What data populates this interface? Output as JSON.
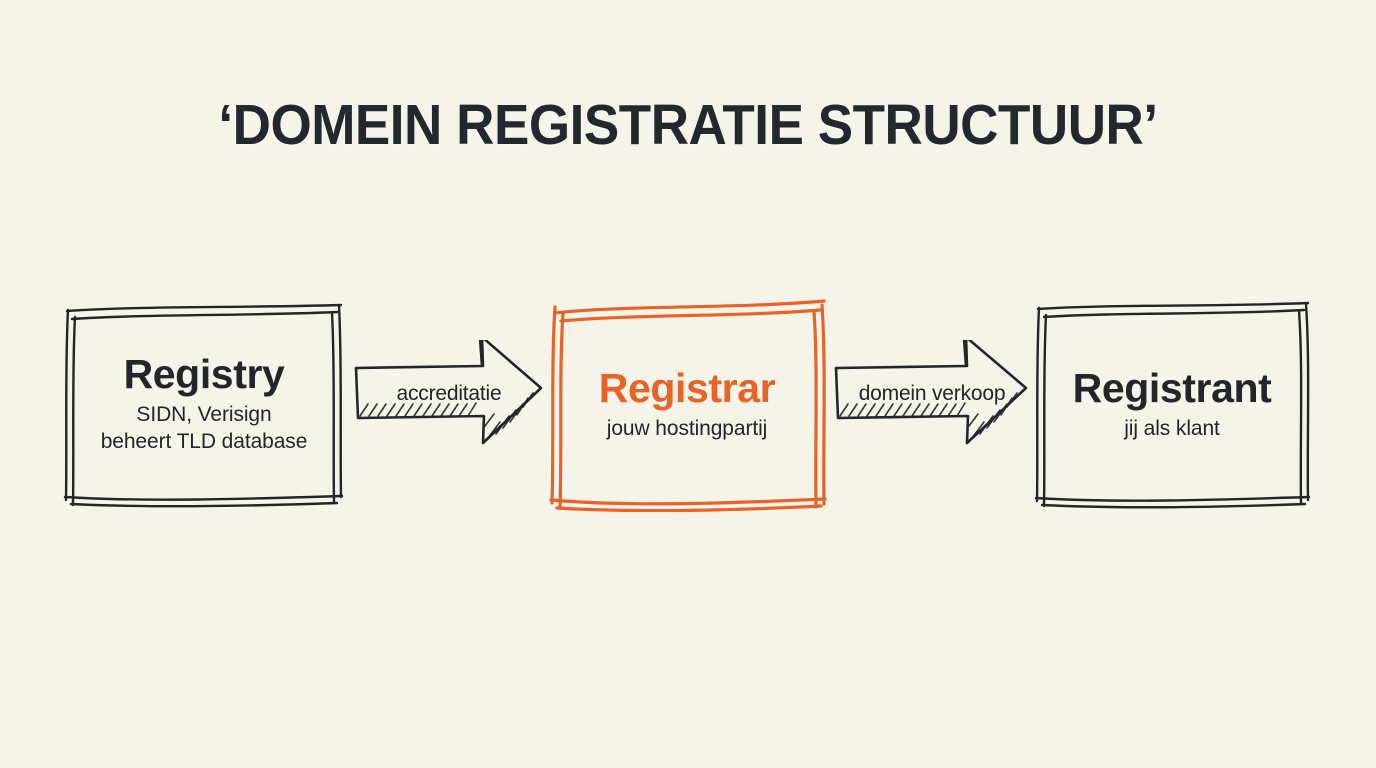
{
  "page": {
    "background_color": "#f4f4e9",
    "ink_color": "#22262b",
    "accent_color": "#e8622a"
  },
  "title": {
    "text": "‘DOMEIN REGISTRATIE STRUCTUUR’"
  },
  "diagram": {
    "type": "flow",
    "nodes": [
      {
        "id": "registry",
        "title": "Registry",
        "subtitle_line1": "SIDN, Verisign",
        "subtitle_line2": "beheert TLD database",
        "highlighted": false,
        "stroke_color": "#22262b"
      },
      {
        "id": "registrar",
        "title": "Registrar",
        "subtitle_line1": "jouw hostingpartij",
        "subtitle_line2": "",
        "highlighted": true,
        "stroke_color": "#e8622a"
      },
      {
        "id": "registrant",
        "title": "Registrant",
        "subtitle_line1": "jij als klant",
        "subtitle_line2": "",
        "highlighted": false,
        "stroke_color": "#22262b"
      }
    ],
    "arrows": [
      {
        "id": "arrow-1",
        "label": "accreditatie",
        "from": "registry",
        "to": "registrar",
        "direction": "right"
      },
      {
        "id": "arrow-2",
        "label": "domein verkoop",
        "from": "registrar",
        "to": "registrant",
        "direction": "right"
      }
    ]
  }
}
